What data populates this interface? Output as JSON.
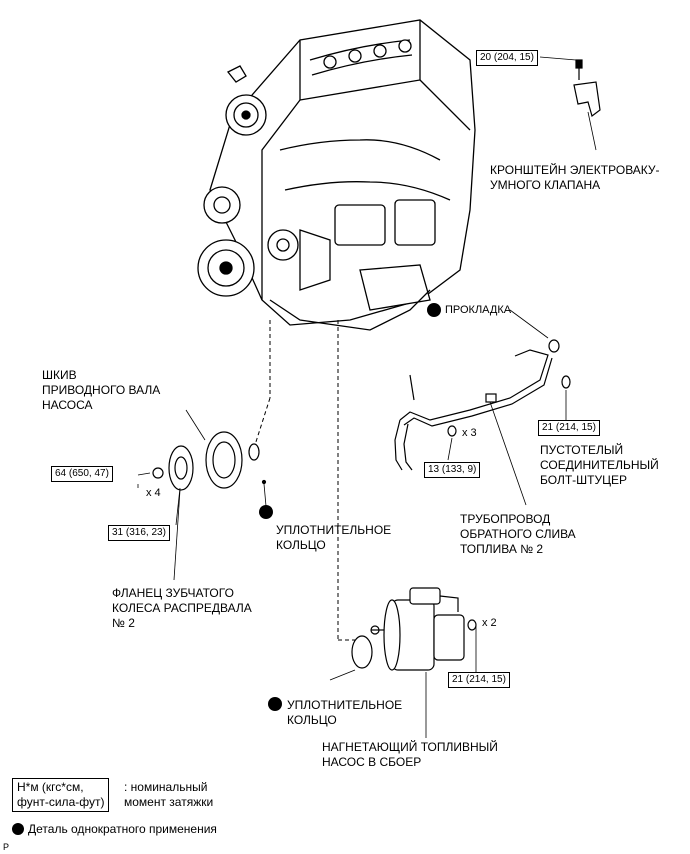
{
  "labels": {
    "bracket": [
      "КРОНШТЕЙН ЭЛЕКТРОВАКУ-",
      "УМНОГО КЛАПАНА"
    ],
    "pulley": [
      "ШКИВ",
      "ПРИВОДНОГО ВАЛА",
      "НАСОСА"
    ],
    "gasket": "ПРОКЛАДКА",
    "union_bolt": [
      "ПУСТОТЕЛЫЙ",
      "СОЕДИНИТЕЛЬНЫЙ",
      "БОЛТ-ШТУЦЕР"
    ],
    "oring_1": [
      "УПЛОТНИТЕЛЬНОЕ",
      "КОЛЬЦО"
    ],
    "return_pipe": [
      "ТРУБОПРОВОД",
      "ОБРАТНОГО СЛИВА",
      "ТОПЛИВА № 2"
    ],
    "flange": [
      "ФЛАНЕЦ ЗУБЧАТОГО",
      "КОЛЕСА РАСПРЕДВАЛА",
      "№ 2"
    ],
    "oring_2": [
      "УПЛОТНИТЕЛЬНОЕ",
      "КОЛЬЦО"
    ],
    "pump": [
      "НАГНЕТАЮЩИЙ ТОПЛИВНЫЙ",
      "НАСОС В СБОЕР"
    ]
  },
  "torques": {
    "bracket_bolt": "20 (204, 15)",
    "union_bolt": "21 (214, 15)",
    "pipe_bolt": "13 (133, 9)",
    "pulley_nut": "64 (650, 47)",
    "flange_bolt": "31 (316, 23)",
    "pump_nut": "21 (214, 15)"
  },
  "multipliers": {
    "pipe_bolt": "x 3",
    "flange_bolt": "x 4",
    "pump_nut": "x 2"
  },
  "legend": {
    "torque_box": [
      "Н*м (кгс*см,",
      "фунт-сила-фут)"
    ],
    "torque_text": [
      ": номинальный",
      "момент затяжки"
    ],
    "one_time": "Деталь однократного применения"
  },
  "corner_mark": "P"
}
